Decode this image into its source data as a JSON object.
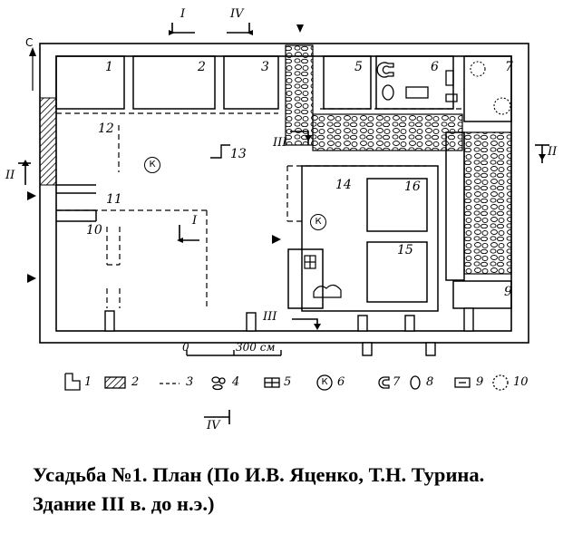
{
  "north_label": "С",
  "rooms": [
    "1",
    "2",
    "3",
    "5",
    "6",
    "7",
    "9",
    "10",
    "11",
    "12",
    "13",
    "14",
    "15",
    "16"
  ],
  "sections": {
    "s1_top": "I",
    "s1_mid": "I",
    "s2_left": "II",
    "s2_right": "II",
    "s3_top": "III",
    "s3_bot": "III",
    "s4_top": "IV",
    "s4_bot": "IV"
  },
  "k_marker": "К",
  "scale": {
    "zero": "0",
    "label": "300 см"
  },
  "legend": [
    "1",
    "2",
    "3",
    "4",
    "5",
    "6",
    "7",
    "8",
    "9",
    "10"
  ],
  "caption": "Усадьба №1. План (По И.В. Яценко, Т.Н. Турина. Здание III в. до н.э.)"
}
